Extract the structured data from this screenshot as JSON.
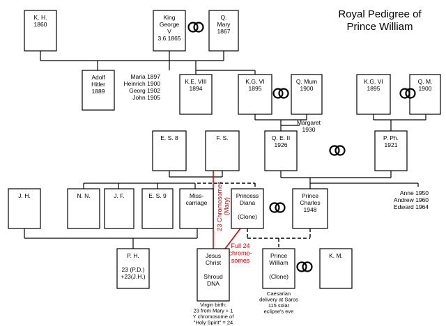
{
  "title": [
    "Royal Pedigree of",
    "Prince William"
  ],
  "boxes": {
    "kh": [
      "K. H.",
      "1860"
    ],
    "george": [
      "King",
      "George",
      "V",
      "3.6.1865"
    ],
    "qmary": [
      "Q.",
      "Mary",
      "1867"
    ],
    "hitler": [
      "Adolf",
      "Hitler",
      "1889"
    ],
    "ke8": [
      "K.E. VIII",
      "1894"
    ],
    "kg6": [
      "K.G. VI",
      "1895"
    ],
    "qmum": [
      "Q. Mum",
      "1900"
    ],
    "kg6b": [
      "K.G. VI",
      "1895"
    ],
    "qmb": [
      "Q. M.",
      "1900"
    ],
    "es8": [
      "E. S. 8"
    ],
    "fs": [
      "F. S."
    ],
    "qe2": [
      "Q. E. II",
      "1926"
    ],
    "pph": [
      "P. Ph.",
      "1921"
    ],
    "jh": [
      "J. H."
    ],
    "nn": [
      "N. N."
    ],
    "jf": [
      "J. F."
    ],
    "es9": [
      "E. S. 9"
    ],
    "miss": [
      "Miss-",
      "carriage"
    ],
    "diana": [
      "Princess",
      "Diana",
      "",
      "(Clone)"
    ],
    "charles": [
      "Prince",
      "Charles",
      "1948"
    ],
    "ph": [
      "P. H.",
      "",
      "23 (P.D.)",
      "+23(J.H.)"
    ],
    "jesus": [
      "Jesus",
      "Christ",
      "",
      "Shroud",
      "DNA"
    ],
    "william": [
      "Prince",
      "William",
      "",
      "(Clone)"
    ],
    "km": [
      "K. M."
    ]
  },
  "labels": {
    "siblings_george": [
      "Maria 1897",
      "Heinrich 1900",
      "Georg 1902",
      "John 1905"
    ],
    "margaret": [
      "Margaret",
      "1930"
    ],
    "siblings_charles": [
      "Anne 1950",
      "Andrew 1960",
      "Edward 1964"
    ],
    "virgin_birth": [
      "Virgin birth:",
      "23 from Mary + 1",
      "Y chromosome of",
      "\"Holy Spirit\" = 24"
    ],
    "caesarian": [
      "Caesarian",
      "delivery at Saros",
      "115 solar",
      "eclipse's eve"
    ]
  },
  "red_labels": {
    "chromosomes_23": [
      "23 Chromosomes",
      "(Mary)"
    ],
    "full_24": [
      "Full 24",
      "chromo-",
      "somes"
    ]
  },
  "colors": {
    "line": "#000000",
    "highlight": "#e00000",
    "background": "#ffffff"
  },
  "icons": [
    "marriage-rings-icon"
  ]
}
